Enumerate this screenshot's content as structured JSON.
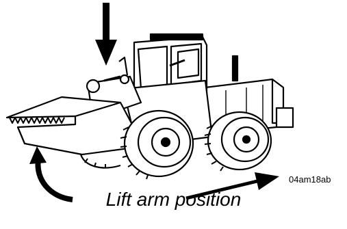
{
  "figure": {
    "subject": "wheel loader illustration",
    "figure_id": "04am18ab",
    "caption": "Lift arm position",
    "colors": {
      "line": "#000000",
      "background": "#ffffff"
    }
  }
}
